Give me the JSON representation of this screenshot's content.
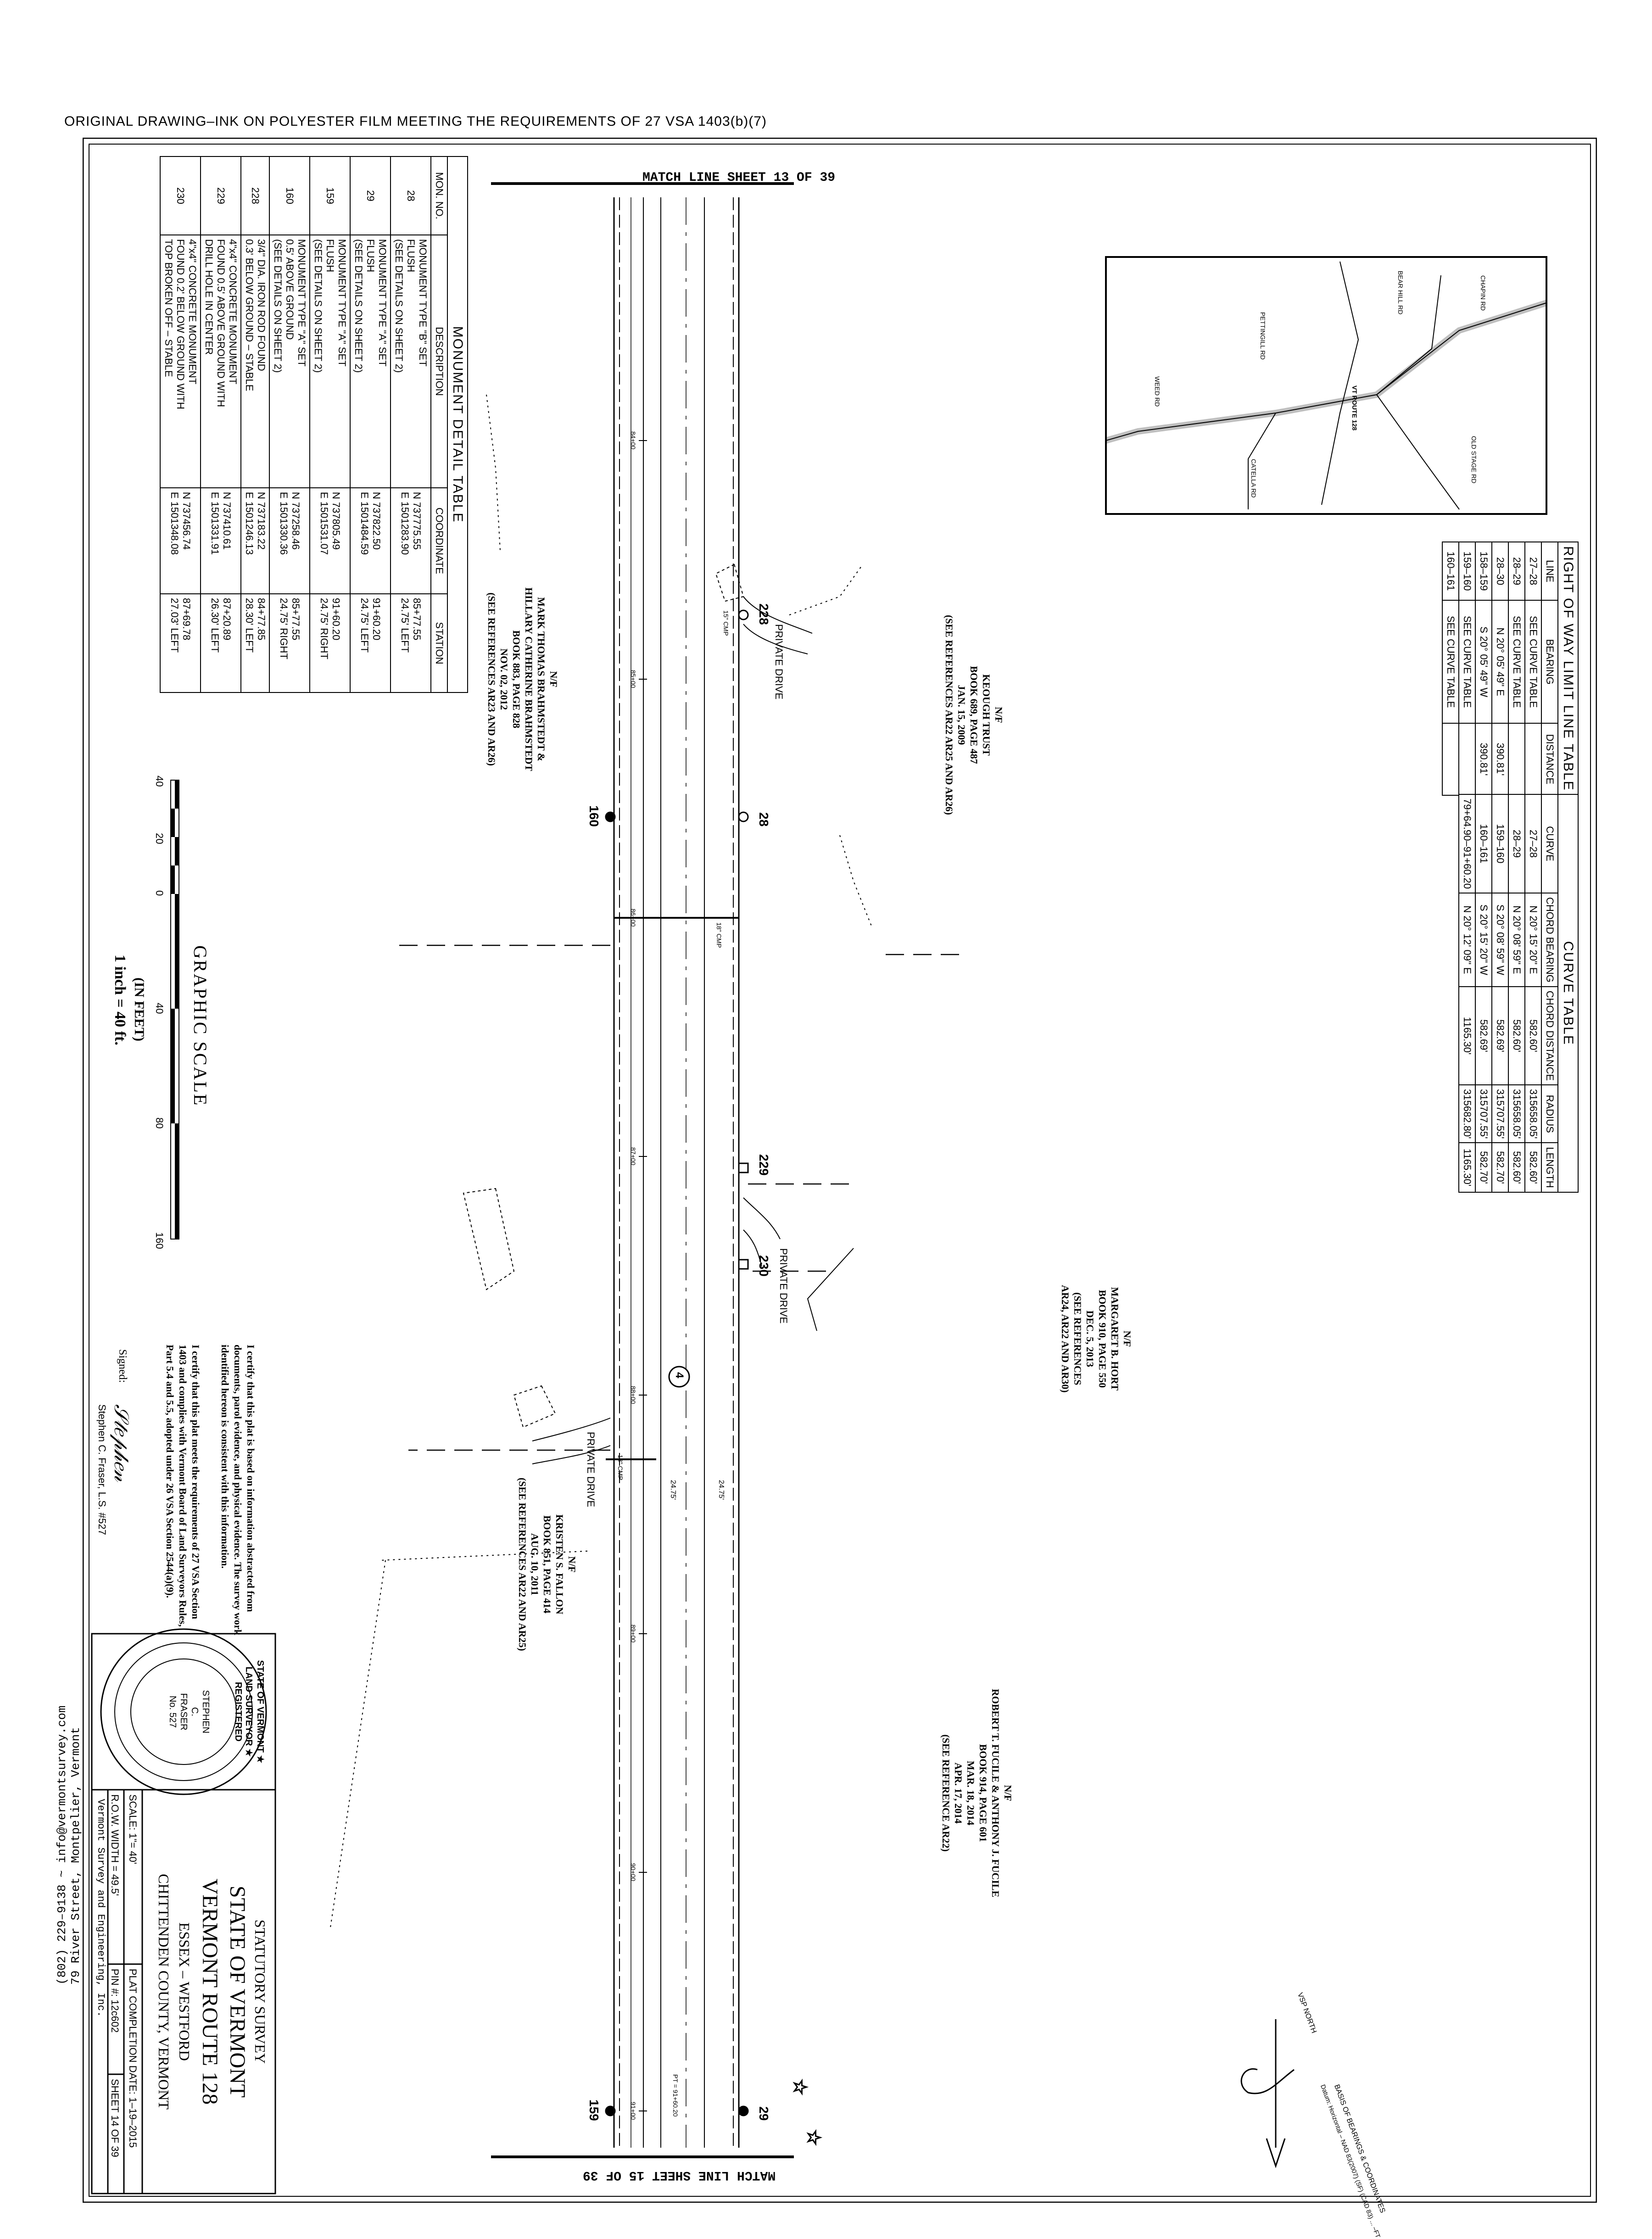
{
  "header": {
    "text": "ORIGINAL DRAWING–INK ON POLYESTER FILM MEETING THE REQUIREMENTS OF 27 VSA 1403(b)(7)"
  },
  "match_lines": {
    "left": "MATCH LINE SHEET 13 OF 39",
    "right": "MATCH LINE SHEET 15 OF 39"
  },
  "row_table": {
    "title": "RIGHT OF WAY LIMIT LINE TABLE",
    "headers": [
      "LINE",
      "BEARING",
      "DISTANCE"
    ],
    "rows": [
      [
        "27–28",
        "SEE CURVE TABLE",
        ""
      ],
      [
        "28–29",
        "SEE CURVE TABLE",
        ""
      ],
      [
        "28–30",
        "N 20° 05' 49\" E",
        "390.81'"
      ],
      [
        "158–159",
        "S 20° 05' 49\" W",
        "390.81'"
      ],
      [
        "159–160",
        "SEE CURVE TABLE",
        ""
      ],
      [
        "160–161",
        "SEE CURVE TABLE",
        ""
      ]
    ]
  },
  "curve_table": {
    "title": "CURVE TABLE",
    "headers": [
      "CURVE",
      "CHORD BEARING",
      "CHORD DISTANCE",
      "RADIUS",
      "LENGTH"
    ],
    "rows": [
      [
        "27–28",
        "N 20° 15' 20\" E",
        "582.60'",
        "315658.05'",
        "582.60'"
      ],
      [
        "28–29",
        "N 20° 08' 59\" E",
        "582.60'",
        "315658.05'",
        "582.60'"
      ],
      [
        "159–160",
        "S 20° 08' 59\" W",
        "582.69'",
        "315707.55'",
        "582.70'"
      ],
      [
        "160–161",
        "S 20° 15' 20\" W",
        "582.69'",
        "315707.55'",
        "582.70'"
      ],
      [
        "79+64.90–91+60.20",
        "N 20° 12' 09\" E",
        "1165.30'",
        "315682.80'",
        "1165.30'"
      ]
    ]
  },
  "monument_table": {
    "title": "MONUMENT DETAIL TABLE",
    "headers": [
      "MON. NO.",
      "DESCRIPTION",
      "COORDINATE",
      "STATION"
    ],
    "rows": [
      {
        "no": "28",
        "desc": [
          "MONUMENT TYPE \"B\" SET",
          "FLUSH",
          "(SEE DETAILS ON SHEET 2)"
        ],
        "coord": [
          "N 737775.55",
          "E 1501283.90"
        ],
        "station": [
          "85+77.55",
          "24.75' LEFT"
        ]
      },
      {
        "no": "29",
        "desc": [
          "MONUMENT TYPE \"A\" SET",
          "FLUSH",
          "(SEE DETAILS ON SHEET 2)"
        ],
        "coord": [
          "N 737822.50",
          "E 1501484.59"
        ],
        "station": [
          "91+60.20",
          "24.75' LEFT"
        ]
      },
      {
        "no": "159",
        "desc": [
          "MONUMENT TYPE \"A\" SET",
          "FLUSH",
          "(SEE DETAILS ON SHEET 2)"
        ],
        "coord": [
          "N 737805.49",
          "E 1501531.07"
        ],
        "station": [
          "91+60.20",
          "24.75' RIGHT"
        ]
      },
      {
        "no": "160",
        "desc": [
          "MONUMENT TYPE \"A\" SET",
          "0.5' ABOVE GROUND",
          "(SEE DETAILS ON SHEET 2)"
        ],
        "coord": [
          "N 737258.46",
          "E 1501330.36"
        ],
        "station": [
          "85+77.55",
          "24.75' RIGHT"
        ]
      },
      {
        "no": "228",
        "desc": [
          "3/4\" DIA. IRON ROD FOUND",
          "0.3' BELOW GROUND – STABLE"
        ],
        "coord": [
          "N 737183.22",
          "E 1501246.13"
        ],
        "station": [
          "84+77.85",
          "28.30' LEFT"
        ]
      },
      {
        "no": "229",
        "desc": [
          "4\"x4\" CONCRETE MONUMENT",
          "FOUND 0.5' ABOVE GROUND WITH",
          "DRILL HOLE IN CENTER"
        ],
        "coord": [
          "N 737410.61",
          "E 1501331.91"
        ],
        "station": [
          "87+20.89",
          "26.30' LEFT"
        ]
      },
      {
        "no": "230",
        "desc": [
          "4\"x4\" CONCRETE MONUMENT",
          "FOUND 0.2' BELOW GROUND WITH",
          "TOP BROKEN OFF – STABLE"
        ],
        "coord": [
          "N 737456.74",
          "E 1501348.08"
        ],
        "station": [
          "87+69.78",
          "27.03' LEFT"
        ]
      }
    ]
  },
  "parcels": {
    "keough": [
      "N/F",
      "KEOUGH TRUST",
      "BOOK 689, PAGE 487",
      "JAN. 15, 2009",
      "(SEE REFERENCES AR22 AR25 AND AR26)"
    ],
    "brahmstedt": [
      "N/F",
      "MARK THOMAS BRAHMSTEDT &",
      "HILLARY CATHERINE BRAHMSTEDT",
      "BOOK 883, PAGE 828",
      "NOV. 02, 2012",
      "(SEE REFERENCES AR23 AND AR26)"
    ],
    "hort": [
      "N/F",
      "MARGARET B. HORT",
      "BOOK 910, PAGE 550",
      "DEC. 5, 2013",
      "(SEE REFERENCES",
      "AR24, AR22 AND AR30)"
    ],
    "fallon": [
      "N/F",
      "KRISTEN S. FALLON",
      "BOOK 851, PAGE 414",
      "AUG. 10, 2011",
      "(SEE REFERENCES AR22 AND AR25)"
    ],
    "fucile": [
      "N/F",
      "ROBERT T. FUCILE & ANTHONY J. FUCILE",
      "BOOK 914, PAGE 601",
      "MAR. 18, 2014",
      "APR. 17, 2014",
      "(SEE REFERENCE AR22)"
    ]
  },
  "labels": {
    "private_drive": "PRIVATE DRIVE",
    "route_no": "4",
    "mon_28": "28",
    "mon_29": "29",
    "mon_159": "159",
    "mon_160": "160",
    "mon_228": "228",
    "mon_229": "229",
    "mon_230": "230",
    "sta_84": "84+00",
    "sta_85": "85+00",
    "sta_86": "86+00",
    "sta_87": "87+00",
    "sta_88": "88+00",
    "sta_89": "89+00",
    "sta_90": "90+00",
    "sta_91": "91+00",
    "offset_left": "24.75'",
    "offset_right": "24.75'",
    "culvert_1": "15\" CMP",
    "culvert_2": "18\" CMP",
    "culvert_3": "18\" CMP",
    "pt": "PT = 91+60.20"
  },
  "map": {
    "roads": [
      "CHAPIN RD",
      "BEAR HILL RD",
      "OLD STAGE RD",
      "PETTINGILL RD",
      "CATELLA RD",
      "WEED RD"
    ],
    "route": "VT ROUTE 128"
  },
  "scale": {
    "title": "GRAPHIC SCALE",
    "ticks": [
      "40",
      "20",
      "0",
      "40",
      "80",
      "160"
    ],
    "unit": "(IN FEET)",
    "ratio": "1 inch = 40 ft."
  },
  "certification": {
    "para1": "I certify that this plat is based on information abstracted from documents, parol evidence, and physical evidence. The survey work identified hereon is consistent with this information.",
    "para2": "I certify that this plat meets the requirements of 27 VSA Section 1403 and complies with Vermont Board of Land Surveyors Rules, Part 5.4 and 5.5, adopted under 26 VSA Section 2544(a)(9).",
    "signed_label": "Signed:",
    "surveyor": "Stephen C. Fraser, L.S. #527"
  },
  "seal": {
    "ring": "STATE OF VERMONT ★ LAND SURVEYOR ★ REGISTERED",
    "name": [
      "STEPHEN",
      "C.",
      "FRASER",
      "No. 527"
    ]
  },
  "title_block": {
    "line1": "STATUTORY SURVEY",
    "line2": "STATE OF VERMONT",
    "line3": "VERMONT ROUTE 128",
    "line4": "ESSEX – WESTFORD",
    "line5": "CHITTENDEN COUNTY, VERMONT",
    "scale": "SCALE: 1\"= 40'",
    "plat_date": "PLAT COMPLETION DATE: 1–19–2015",
    "row_width": "R.O.W. WIDTH = 49.5'",
    "pin": "PIN #: 12c602",
    "sheet": "SHEET 14 OF 39",
    "firm": "Vermont Survey and Engineering, Inc.",
    "address": "79 River Street, Montpelier, Vermont",
    "contact": "(802) 229–9138 ~ info@vermontsurvey.com"
  },
  "north_arrow": {
    "line1": "BASIS OF BEARINGS & COORDINATES",
    "line2": "Datum: Horizontal – NAD 83(2007) (SF) (CAD 83) ... –FT",
    "label": "VSP NORTH"
  }
}
